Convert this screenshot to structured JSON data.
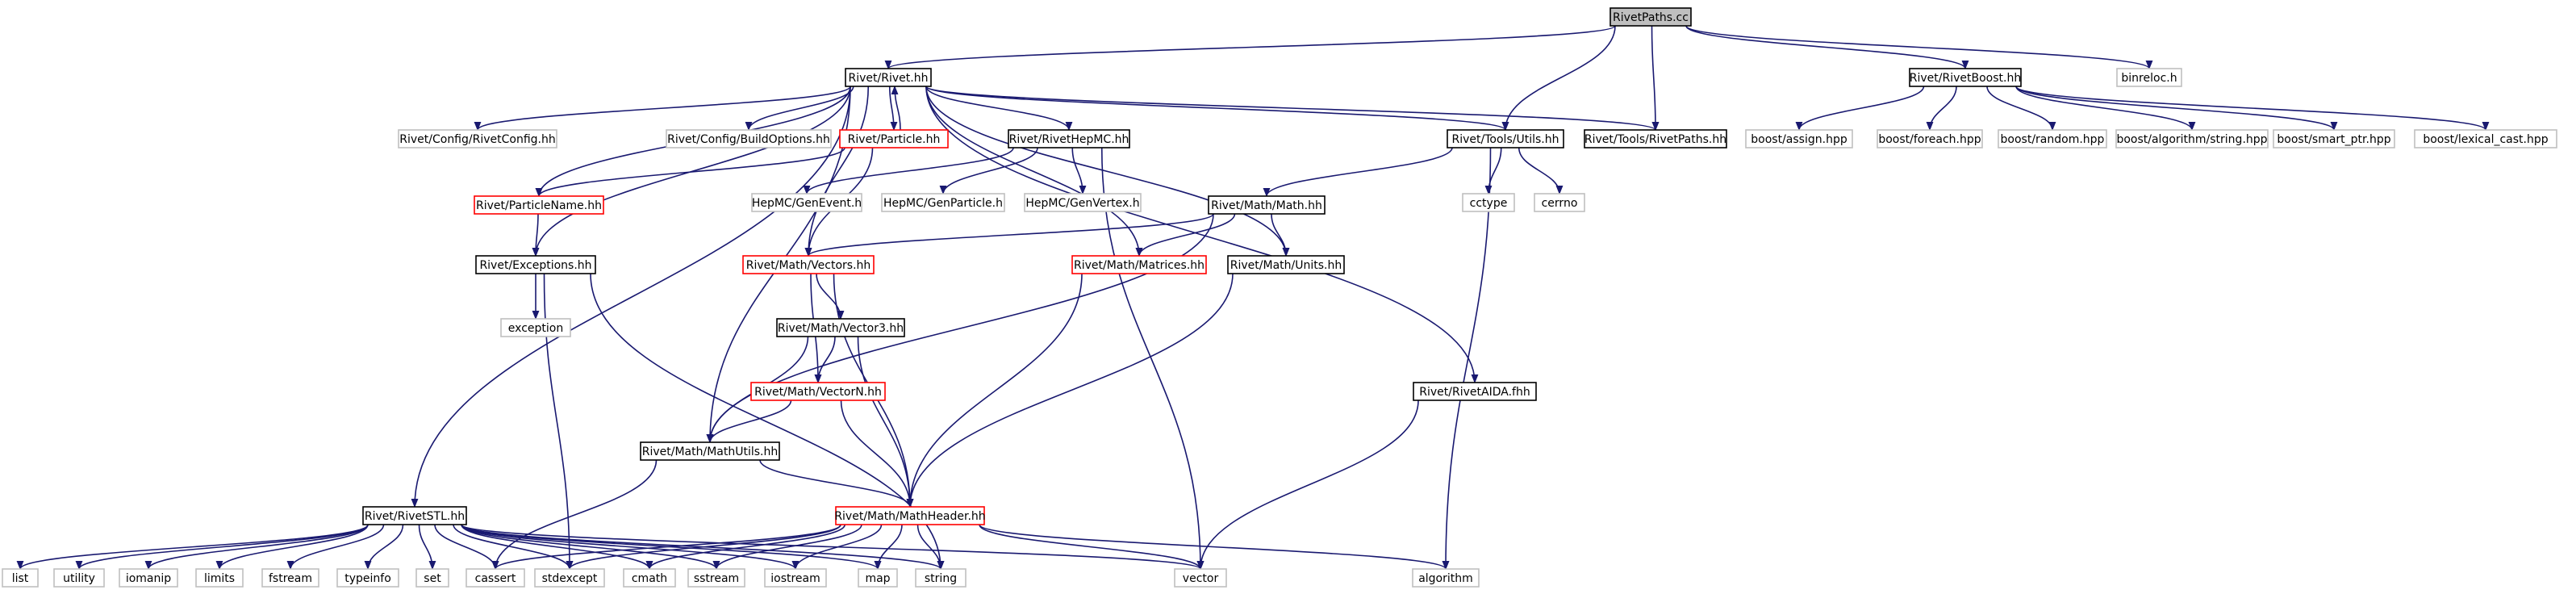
{
  "nodes": {
    "n_paths": "RivetPaths.cc",
    "n_rivet": "Rivet/Rivet.hh",
    "n_boost": "Rivet/RivetBoost.hh",
    "n_binreloc": "binreloc.h",
    "n_rivetconfig": "Rivet/Config/RivetConfig.hh",
    "n_buildopts": "Rivet/Config/BuildOptions.hh",
    "n_particle": "Rivet/Particle.hh",
    "n_hepmc": "Rivet/RivetHepMC.hh",
    "n_utils": "Rivet/Tools/Utils.hh",
    "n_toolpaths": "Rivet/Tools/RivetPaths.hh",
    "n_assign": "boost/assign.hpp",
    "n_foreach": "boost/foreach.hpp",
    "n_random": "boost/random.hpp",
    "n_algostr": "boost/algorithm/string.hpp",
    "n_smartptr": "boost/smart_ptr.hpp",
    "n_lexcast": "boost/lexical_cast.hpp",
    "n_genevent": "HepMC/GenEvent.h",
    "n_genparticle": "HepMC/GenParticle.h",
    "n_genvertex": "HepMC/GenVertex.h",
    "n_cctype": "cctype",
    "n_cerrno": "cerrno",
    "n_pname": "Rivet/ParticleName.hh",
    "n_math": "Rivet/Math/Math.hh",
    "n_except": "Rivet/Exceptions.hh",
    "n_vectors": "Rivet/Math/Vectors.hh",
    "n_matrices": "Rivet/Math/Matrices.hh",
    "n_units": "Rivet/Math/Units.hh",
    "n_exception": "exception",
    "n_vector3": "Rivet/Math/Vector3.hh",
    "n_vectorn": "Rivet/Math/VectorN.hh",
    "n_aida": "Rivet/RivetAIDA.fhh",
    "n_mathutils": "Rivet/Math/MathUtils.hh",
    "n_stl": "Rivet/RivetSTL.hh",
    "n_mheader": "Rivet/Math/MathHeader.hh",
    "n_list": "list",
    "n_utility": "utility",
    "n_iomanip": "iomanip",
    "n_limits": "limits",
    "n_fstream": "fstream",
    "n_typeinfo": "typeinfo",
    "n_set": "set",
    "n_cassert": "cassert",
    "n_stdexcept": "stdexcept",
    "n_cmath": "cmath",
    "n_sstream": "sstream",
    "n_iostream": "iostream",
    "n_map": "map",
    "n_string": "string",
    "n_vector": "vector",
    "n_algorithm": "algorithm"
  },
  "colors": {
    "edge": "#191970",
    "border_normal": "#000000",
    "border_truncated": "#ff0000",
    "border_external": "#bfbfbf",
    "root_fill": "#bfbfbf",
    "text": "#000000",
    "text_external": "#000000"
  }
}
